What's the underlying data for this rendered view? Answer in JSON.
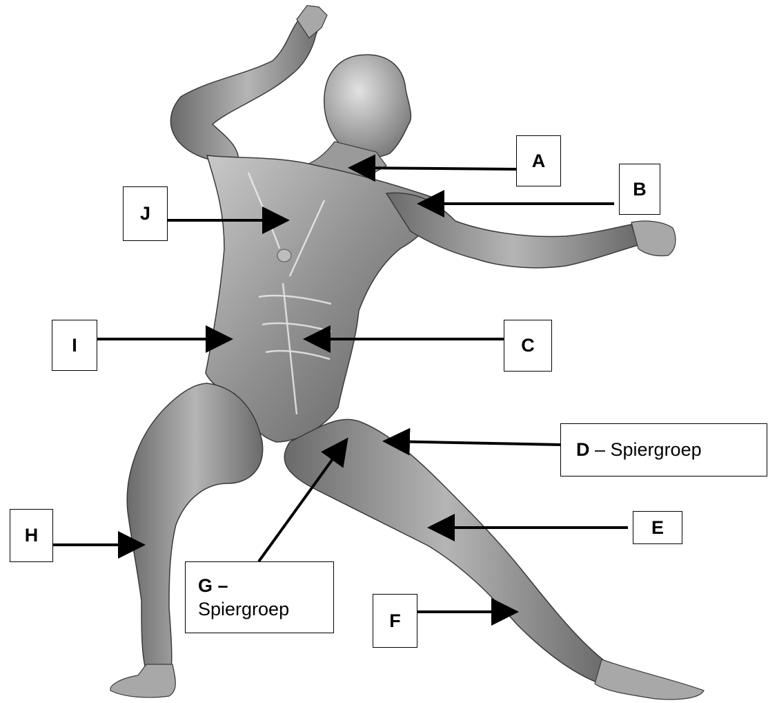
{
  "labels": {
    "A": {
      "letter": "A"
    },
    "B": {
      "letter": "B"
    },
    "C": {
      "letter": "C"
    },
    "D": {
      "letter": "D",
      "suffix": " – Spiergroep"
    },
    "E": {
      "letter": "E"
    },
    "F": {
      "letter": "F"
    },
    "G": {
      "letter": "G –",
      "suffix": "Spiergroep"
    },
    "H": {
      "letter": "H"
    },
    "I": {
      "letter": "I"
    },
    "J": {
      "letter": "J"
    }
  },
  "colors": {
    "ink": "#000000",
    "skin_light": "#dcdcdc",
    "skin_mid": "#9a9a9a",
    "skin_dark": "#5a5a5a"
  }
}
